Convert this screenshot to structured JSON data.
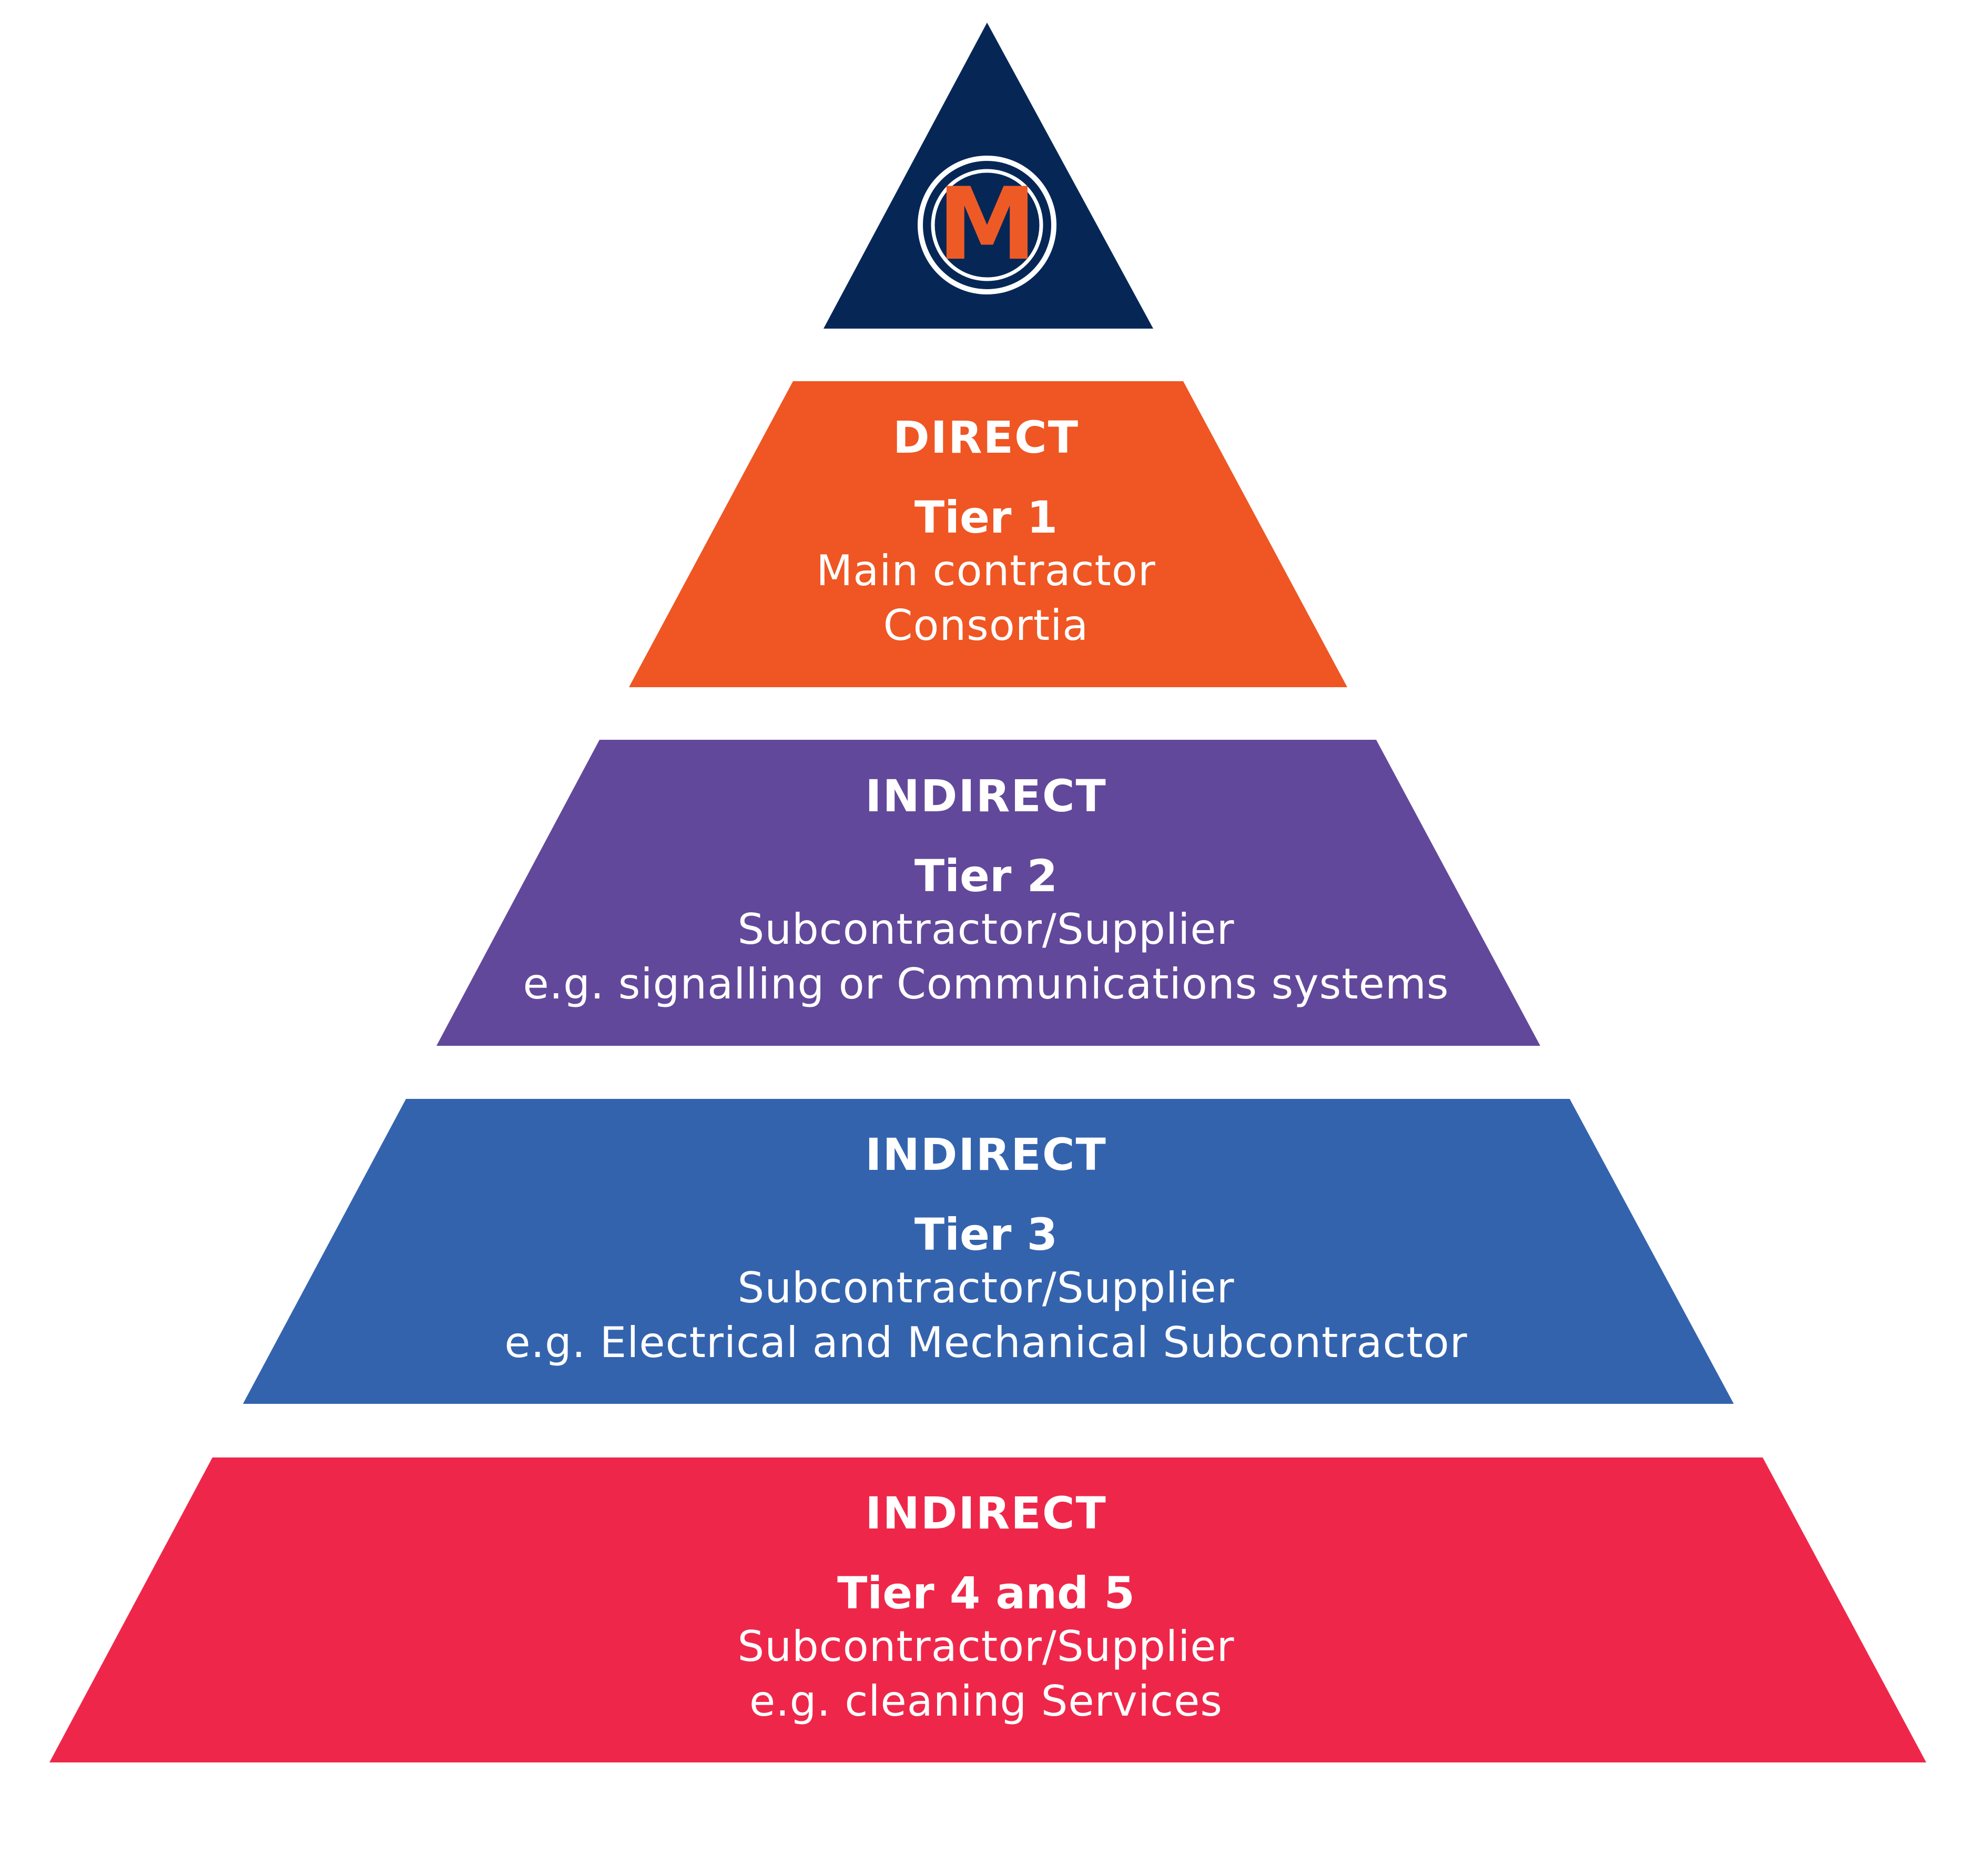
{
  "logo": {
    "letter": "M",
    "triangle_color": "#062756",
    "letter_color": "#EE5A26"
  },
  "tiers": [
    {
      "label": "DIRECT",
      "tier": "Tier 1",
      "line1": "Main contractor",
      "line2": "Consortia",
      "color": "#EF5623"
    },
    {
      "label": "INDIRECT",
      "tier": "Tier 2",
      "line1": "Subcontractor/Supplier",
      "line2": "e.g. signalling or Communications systems",
      "color": "#62489A"
    },
    {
      "label": "INDIRECT",
      "tier": "Tier 3",
      "line1": "Subcontractor/Supplier",
      "line2": "e.g. Electrical and Mechanical Subcontractor",
      "color": "#3463AE"
    },
    {
      "label": "INDIRECT",
      "tier": "Tier 4 and 5",
      "line1": "Subcontractor/Supplier",
      "line2": "e.g. cleaning Services",
      "color": "#EE274A"
    }
  ]
}
